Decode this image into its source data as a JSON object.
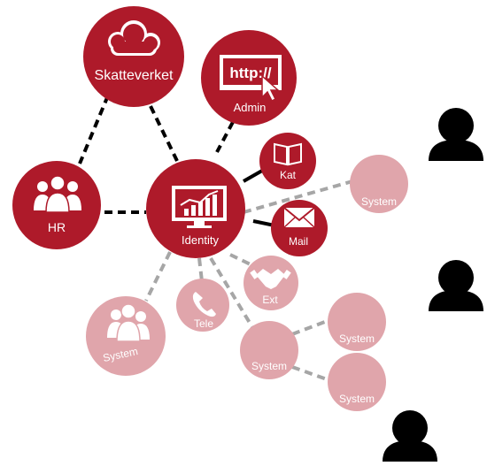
{
  "colors": {
    "primary": "#ae1a2a",
    "faded": "#e0a5ab",
    "link_dark": "#000000",
    "link_light": "#a6a6a6",
    "person": "#000000"
  },
  "nodes": {
    "skatteverket": {
      "label": "Skatteverket",
      "icon": "cloud-icon"
    },
    "admin": {
      "label": "Admin",
      "icon": "http-cursor-icon",
      "icon_text": "http://"
    },
    "identity": {
      "label": "Identity",
      "icon": "monitor-chart-icon"
    },
    "hr": {
      "label": "HR",
      "icon": "people-group-icon"
    },
    "kat": {
      "label": "Kat",
      "icon": "book-icon"
    },
    "mail": {
      "label": "Mail",
      "icon": "envelope-icon"
    },
    "ext": {
      "label": "Ext",
      "icon": "handshake-icon"
    },
    "tele": {
      "label": "Tele",
      "icon": "phone-icon"
    },
    "system_people": {
      "label": "System",
      "icon": "people-group-icon"
    },
    "system_right": {
      "label": "System"
    },
    "system_mid": {
      "label": "System"
    },
    "system_a": {
      "label": "System"
    },
    "system_b": {
      "label": "System"
    }
  },
  "users": [
    {
      "icon": "person-icon"
    },
    {
      "icon": "person-icon"
    },
    {
      "icon": "person-icon"
    }
  ]
}
